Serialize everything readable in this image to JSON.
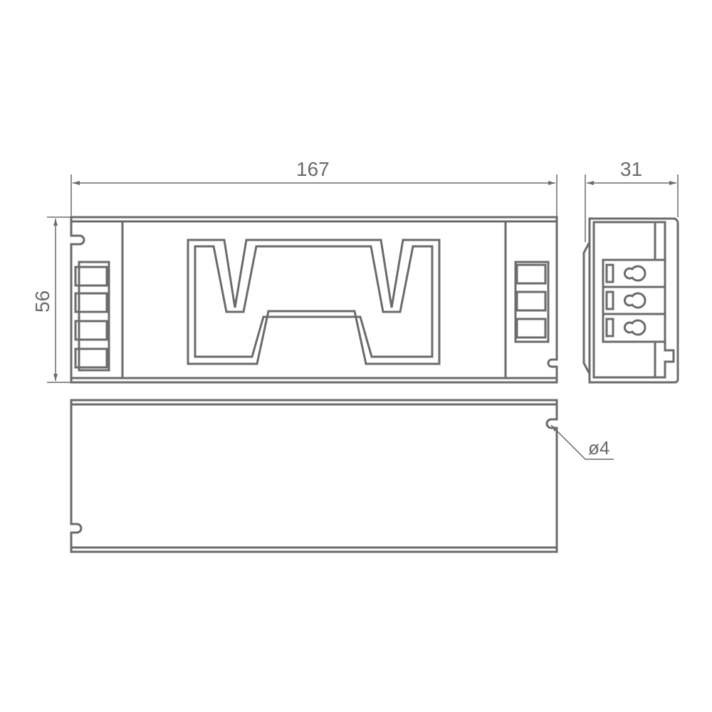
{
  "dimensions": {
    "length": "167",
    "depth": "31",
    "width": "56",
    "hole_diameter": "ø4"
  },
  "colors": {
    "line": "#6b6b6b",
    "background": "#ffffff"
  }
}
